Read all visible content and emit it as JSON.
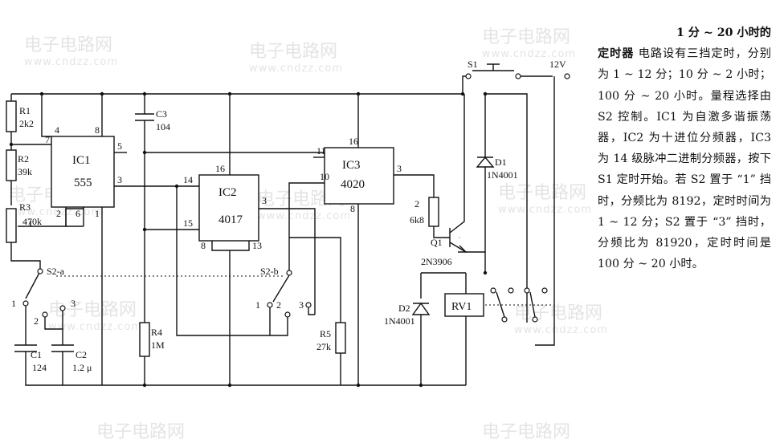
{
  "watermark": {
    "cn": "电子电路网",
    "url": "www.cndzz.com"
  },
  "components": {
    "R1": "R1",
    "R1_val": "2k2",
    "R2": "R2",
    "R2_val": "39k",
    "R3": "R3",
    "R3_val": "470k",
    "R4": "R4",
    "R4_val": "1M",
    "R5": "R5",
    "R5_val": "27k",
    "R6": "2",
    "R6_val": "6k8",
    "C1": "C1",
    "C1_val": "124",
    "C2": "C2",
    "C2_val": "1.2 μ",
    "C3": "C3",
    "C3_val": "104",
    "IC1": "IC1",
    "IC1_val": "555",
    "IC2": "IC2",
    "IC2_val": "4017",
    "IC3": "IC3",
    "IC3_val": "4020",
    "Q1": "Q1",
    "Q1_val": "2N3906",
    "D1": "D1",
    "D1_val": "1N4001",
    "D2": "D2",
    "D2_val": "1N4001",
    "RV1": "RV1",
    "S1": "S1",
    "S2a": "S2-a",
    "S2b": "S2-b",
    "supply": "12V"
  },
  "pins": {
    "ic1_4": "4",
    "ic1_8": "8",
    "ic1_7": "7",
    "ic1_5": "5",
    "ic1_3": "3",
    "ic1_2": "2",
    "ic1_6": "6",
    "ic1_1": "1",
    "ic2_16": "16",
    "ic2_14": "14",
    "ic2_15": "15",
    "ic2_3": "3",
    "ic2_8": "8",
    "ic2_13": "13",
    "ic3_16": "16",
    "ic3_11": "11",
    "ic3_10": "10",
    "ic3_3": "3",
    "ic3_8": "8",
    "s2a_1": "1",
    "s2a_2": "2",
    "s2a_3": "3",
    "s2b_1": "1",
    "s2b_2": "2",
    "s2b_3": "3"
  },
  "description": {
    "title_a": "1 分 ~ 20 小时的",
    "title_b": "定时器",
    "body": " 电路设有三挡定时，分别为 1 ~ 12 分；10 分 ~ 2 小时；100 分 ~ 20 小时。量程选择由 S2 控制。IC1 为自激多谐振荡器，IC2 为十进位分频器，IC3 为 14 级脉冲二进制分频器，按下 S1 定时开始。若 S2 置于 “1” 挡时，分频比为 8192，定时时间为 1 ~ 12 分；S2 置于 “3” 挡时，分频比为 81920，定时时间是 100 分 ~ 20 小时。"
  }
}
